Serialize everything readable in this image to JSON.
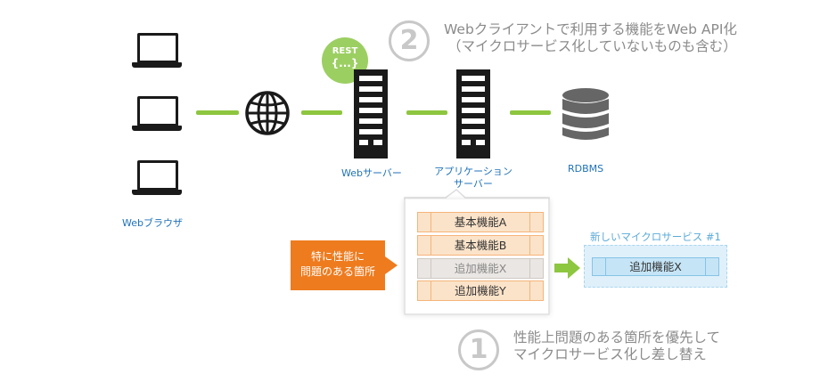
{
  "browser_label": "Webブラウザ",
  "web_server_label": "Webサーバー",
  "app_server_label": [
    "アプリケーション",
    "サーバー"
  ],
  "rdbms_label": "RDBMS",
  "rest_badge": [
    "REST",
    "{...}"
  ],
  "step2": {
    "number": "2",
    "lines": [
      "Webクライアントで利用する機能をWeb API化",
      "（マイクロサービス化していないものも含む）"
    ]
  },
  "step1": {
    "number": "1",
    "lines": [
      "性能上問題のある箇所を優先して",
      "マイクロサービス化し差し替え"
    ]
  },
  "functions": [
    "基本機能A",
    "基本機能B",
    "追加機能X",
    "追加機能Y"
  ],
  "callout": [
    "特に性能に",
    "問題のある箇所"
  ],
  "microservice": {
    "title": "新しいマイクロサービス #1",
    "function": "追加機能X"
  },
  "colors": {
    "link_line": "#8dc63f",
    "rest_badge": "#9ccf62",
    "label_blue": "#1f72b8",
    "callout_orange": "#ee7b1e",
    "arrow_green": "#8dc63f",
    "microservice_bg": "#dff0fa"
  },
  "icons": [
    "laptop-icon",
    "globe-icon",
    "server-icon",
    "database-icon",
    "arrow-right-icon"
  ]
}
